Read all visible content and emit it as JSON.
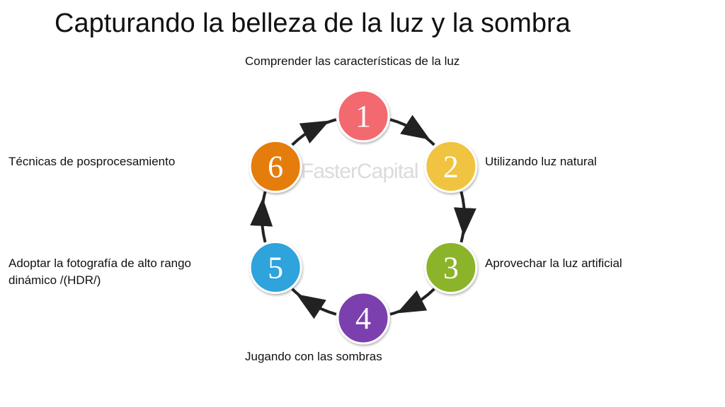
{
  "title": "Capturando la belleza de la luz y la sombra",
  "watermark": "FasterCapital",
  "steps": [
    {
      "number": "1",
      "label": "Comprender las características de la luz",
      "color": "#f26b6f"
    },
    {
      "number": "2",
      "label": "Utilizando luz natural",
      "color": "#f0c43f"
    },
    {
      "number": "3",
      "label": "Aprovechar la luz artificial",
      "color": "#8cb42a"
    },
    {
      "number": "4",
      "label": "Jugando con las sombras",
      "color": "#7b3fae"
    },
    {
      "number": "5",
      "label": "Adoptar la fotografía de alto rango dinámico /(HDR/)",
      "color": "#2fa3dc"
    },
    {
      "number": "6",
      "label": "Técnicas de posprocesamiento",
      "color": "#e57d0f"
    }
  ]
}
